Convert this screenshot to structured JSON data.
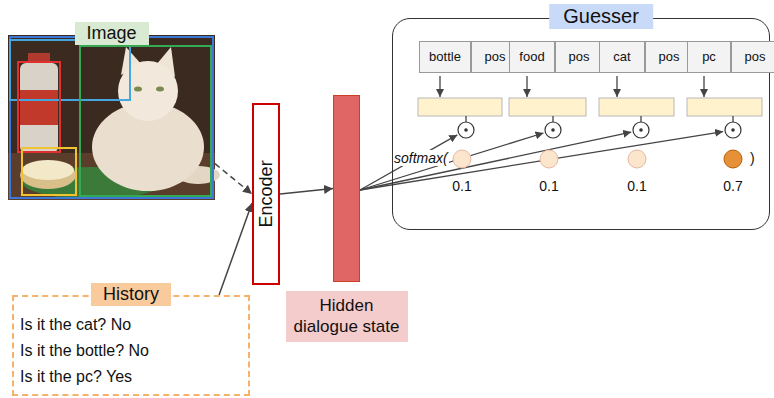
{
  "diagram": {
    "nodes": [
      {
        "text": [
          "Image"
        ]
      },
      {
        "text": [
          "History",
          "Is it the cat? No",
          "Is it the bottle? No",
          "Is it the pc? Yes"
        ]
      },
      {
        "text": [
          "Encoder"
        ]
      },
      {
        "text": [
          "Hidden dialogue state"
        ]
      },
      {
        "text": [
          "Guesser"
        ]
      },
      {
        "text": [
          "bottle"
        ],
        "in": 4
      },
      {
        "text": [
          "pos"
        ],
        "in": 4
      },
      {
        "text": [
          "food"
        ],
        "in": 4
      },
      {
        "text": [
          "pos"
        ],
        "in": 4
      },
      {
        "text": [
          "cat"
        ],
        "in": 4
      },
      {
        "text": [
          "pos"
        ],
        "in": 4
      },
      {
        "text": [
          "pc"
        ],
        "in": 4
      },
      {
        "text": [
          "pos"
        ],
        "in": 4
      }
    ],
    "edges": [
      {
        "from": 0,
        "to": 2,
        "arrow": "to"
      },
      {
        "from": 1,
        "to": 2,
        "arrow": "to"
      },
      {
        "from": 2,
        "to": 3,
        "arrow": "to"
      }
    ],
    "labels": [
      "softmax(",
      ")",
      "0.1",
      "0.1",
      "0.1",
      "0.7"
    ]
  }
}
